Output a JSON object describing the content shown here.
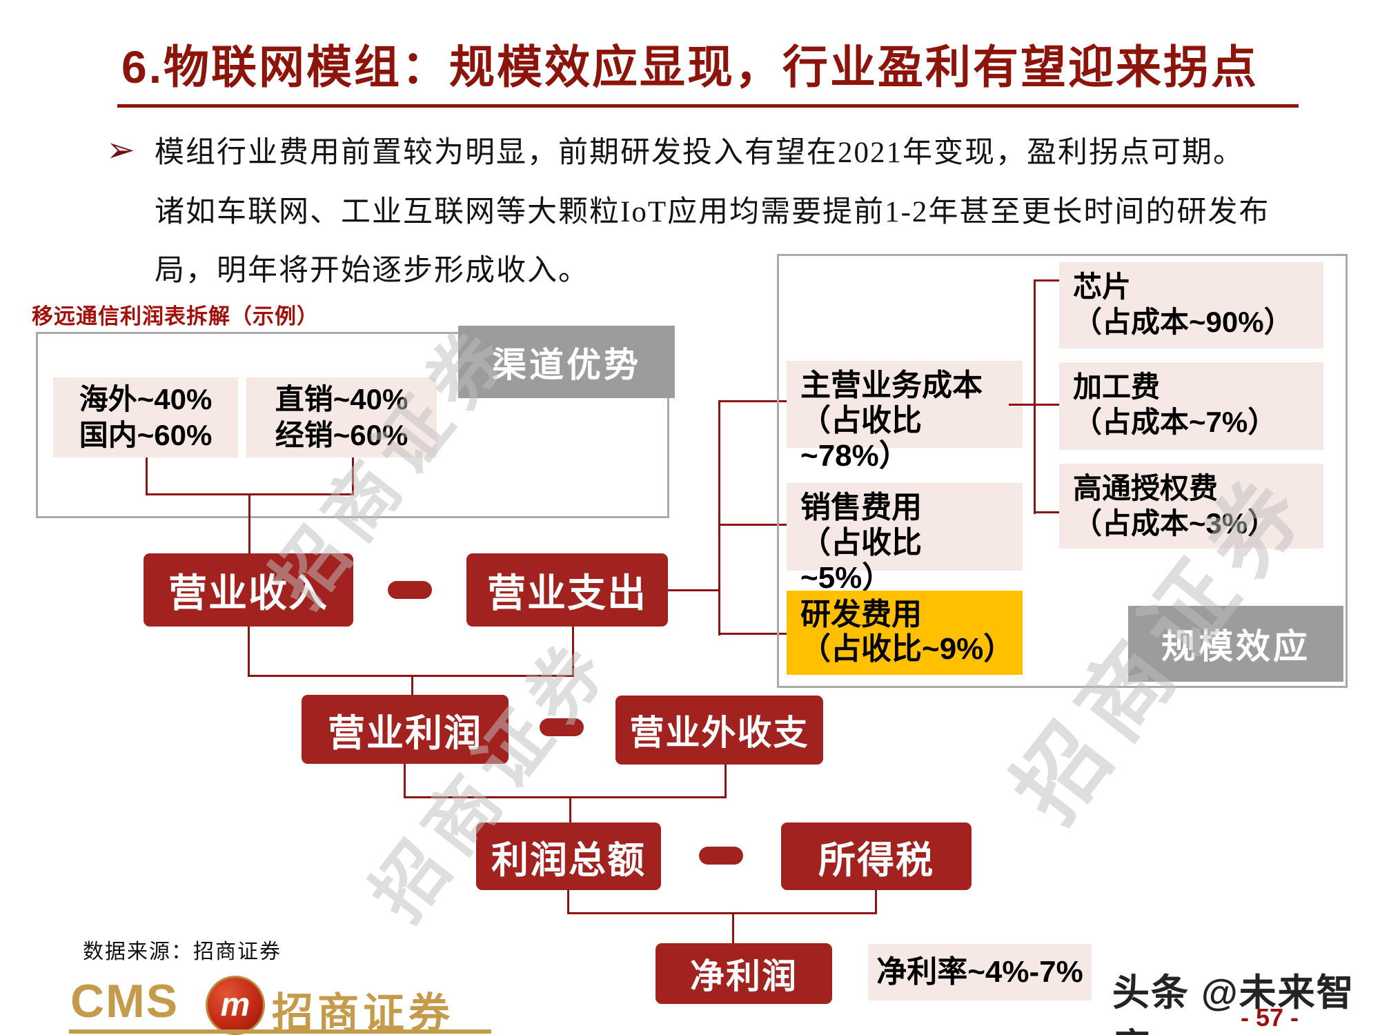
{
  "slide": {
    "title": "6.物联网模组：规模效应显现，行业盈利有望迎来拐点",
    "bullet_marker": "➢",
    "bullet_lines": [
      "模组行业费用前置较为明显，前期研发投入有望在2021年变现，盈利拐点可期。",
      "诸如车联网、工业互联网等大颗粒IoT应用均需要提前1-2年甚至更长时间的研发布",
      "局，明年将开始逐步形成收入。"
    ],
    "diagram_label": "移远通信利润表拆解（示例）"
  },
  "left_panel": {
    "channel_label": "渠道优势",
    "region_box": {
      "lines": [
        "海外~40%",
        "国内~60%"
      ]
    },
    "sales_box": {
      "lines": [
        "直销~40%",
        "经销~60%"
      ]
    }
  },
  "flow": {
    "revenue": "营业收入",
    "op_expense": "营业支出",
    "op_profit": "营业利润",
    "non_op": "营业外收支",
    "total_profit": "利润总额",
    "income_tax": "所得税",
    "net_profit": "净利润",
    "net_margin": "净利率~4%-7%"
  },
  "right_panel": {
    "scale_label": "规模效应",
    "cogs_box": {
      "lines": [
        "主营业务成本",
        "（占收比",
        "~78%）"
      ]
    },
    "selling_box": {
      "lines": [
        "销售费用",
        "（占收比",
        "~5%）"
      ]
    },
    "rd_box": {
      "lines": [
        "研发费用",
        "（占收比~9%）"
      ]
    },
    "chip_box": {
      "lines": [
        "芯片",
        "（占成本~90%）"
      ]
    },
    "process_box": {
      "lines": [
        "加工费",
        "（占成本~7%）"
      ]
    },
    "qualcomm_box": {
      "lines": [
        "高通授权费",
        "（占成本~3%）"
      ]
    }
  },
  "footer": {
    "source": "数据来源：招商证券",
    "logo": {
      "cms": "CMS",
      "badge": "m",
      "name": "招商证券"
    },
    "credit": "头条 @未来智库",
    "page_number": "- 57 -"
  },
  "watermark_text": "招商证券",
  "colors": {
    "title_red": "#8C140B",
    "node_red": "#A22220",
    "line_red": "#8E1414",
    "pink": "#F6E8E5",
    "yellow": "#FFC000",
    "gray_box": "#9C9C9C",
    "gold": "#C59A4B"
  }
}
